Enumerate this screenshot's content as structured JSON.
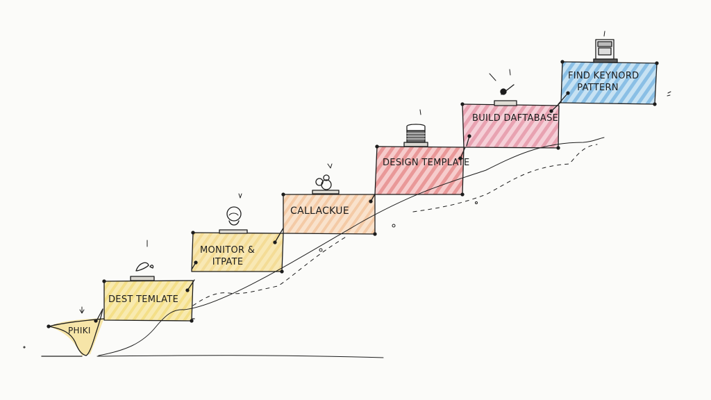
{
  "diagram": {
    "type": "hand-drawn staircase",
    "background": "#fbfbf9",
    "ink": "#1c1c1c",
    "steps": [
      {
        "label": "PHIKI",
        "color": "#f3dc86",
        "icon": "none"
      },
      {
        "label": "DEST TEMLATE",
        "color": "#f5e49a",
        "icon": "pen-icon"
      },
      {
        "label": "MONITOR &\n    ITPATE",
        "color": "#f6e3a6",
        "icon": "person-icon"
      },
      {
        "label": "CALLACKUE",
        "color": "#f4cfae",
        "icon": "gears-icon"
      },
      {
        "label": "DESIGN TEMPLATE",
        "color": "#ec9f9f",
        "icon": "stack-icon"
      },
      {
        "label": "BUILD DAFTABASE",
        "color": "#ec9fae",
        "icon": "tool-icon"
      },
      {
        "label": "FIND KEYNORD\n   PATTERN",
        "color": "#8fc4e8",
        "icon": "machine-icon"
      }
    ]
  }
}
